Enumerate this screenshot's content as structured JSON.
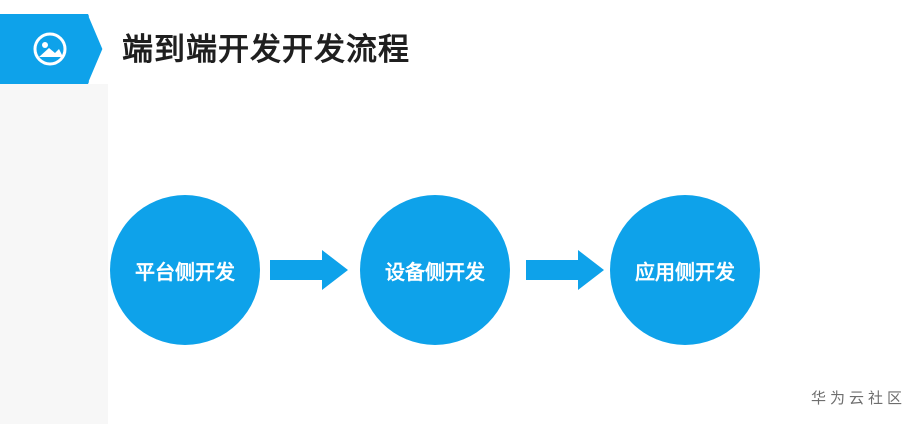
{
  "header": {
    "title": "端到端开发开发流程",
    "icon": "image-icon",
    "accent_color": "#0ea2ea"
  },
  "flow": {
    "steps": [
      {
        "label": "平台侧开发"
      },
      {
        "label": "设备侧开发"
      },
      {
        "label": "应用侧开发"
      }
    ],
    "arrow_icon": "right-arrow-icon",
    "step_color": "#0ea2ea"
  },
  "footer": {
    "brand": "华为云社区"
  }
}
